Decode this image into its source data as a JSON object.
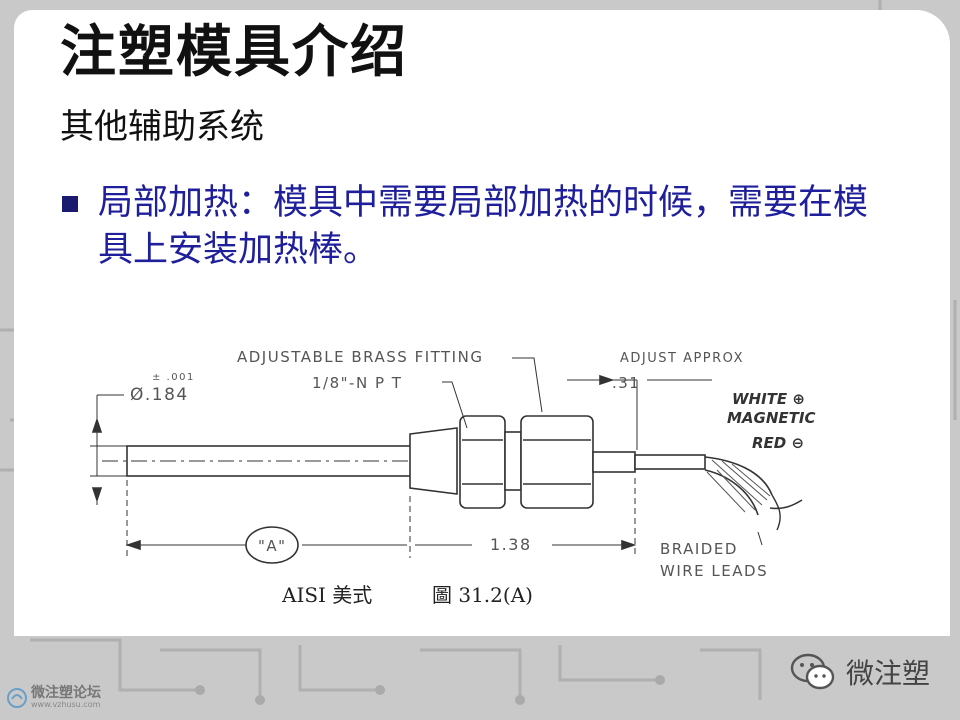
{
  "slide": {
    "title": "注塑模具介绍",
    "subtitle": "其他辅助系统",
    "bullet": "局部加热：模具中需要局部加热的时候，需要在模具上安装加热棒。"
  },
  "drawing": {
    "label_fitting": "ADJUSTABLE BRASS FITTING",
    "label_npt": "1/8\"-N P T",
    "label_adjust": "ADJUST  APPROX",
    "dim_31": ".31",
    "tol": "± .001",
    "dim_diameter": "Ø.184",
    "label_white": "WHITE ⊕",
    "label_magnetic": "MAGNETIC",
    "label_red": "RED ⊖",
    "marker_a": "\"A\"",
    "dim_138": "1.38",
    "label_braided": "BRAIDED",
    "label_wire": "WIRE LEADS",
    "caption_left": "AISI 美式",
    "caption_right": "圖 31.2(A)"
  },
  "watermark": {
    "brand": "微注塑",
    "forum_name": "微注塑论坛",
    "forum_url": "www.vzhusu.com"
  },
  "colors": {
    "bullet_text": "#1f1f9c",
    "bullet_square": "#1a1a6e",
    "background": "#c9c9c9"
  }
}
